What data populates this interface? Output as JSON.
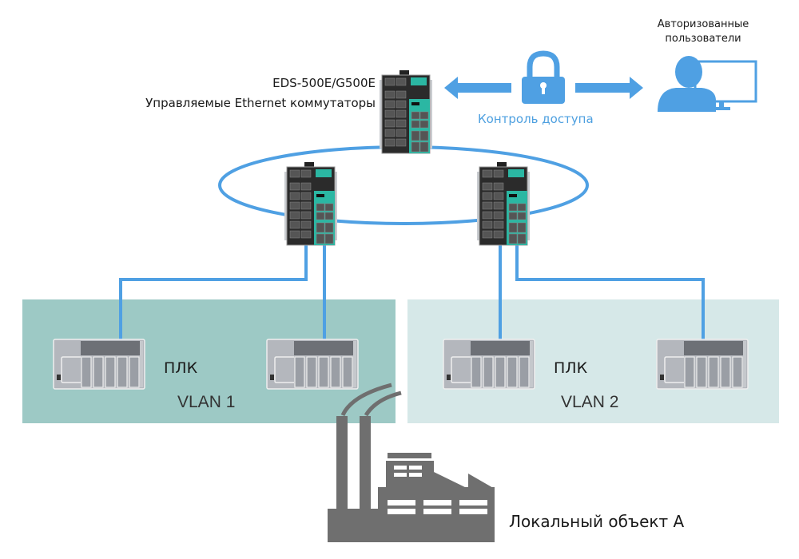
{
  "switch_label": {
    "model": "EDS-500E/G500E",
    "description": "Управляемые Ethernet коммутаторы"
  },
  "access_control": {
    "label": "Контроль доступа",
    "icon": "lock-icon"
  },
  "users": {
    "label_line1": "Авторизованные",
    "label_line2": "пользователи",
    "icon": "user-computer-icon"
  },
  "zones": [
    {
      "name": "VLAN 1",
      "device_label": "ПЛК",
      "color": "#9dc9c5"
    },
    {
      "name": "VLAN 2",
      "device_label": "ПЛК",
      "color": "#d6e8e8"
    }
  ],
  "site": {
    "label": "Локальный объект А",
    "icon": "factory-icon"
  },
  "colors": {
    "link": "#4fa0e3",
    "factory": "#6f6f6f",
    "switch_accent": "#2bb7a3"
  }
}
